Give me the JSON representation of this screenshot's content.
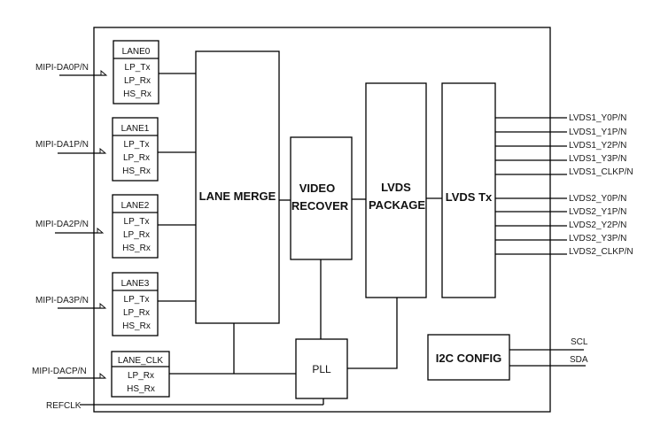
{
  "diagram": {
    "inputs": {
      "mipi_lanes": [
        "MIPI-DA0P/N",
        "MIPI-DA1P/N",
        "MIPI-DA2P/N",
        "MIPI-DA3P/N"
      ],
      "mipi_clock": "MIPI-DACP/N",
      "refclk": "REFCLK"
    },
    "lanes": [
      {
        "title": "LANE0",
        "items": [
          "LP_Tx",
          "LP_Rx",
          "HS_Rx"
        ]
      },
      {
        "title": "LANE1",
        "items": [
          "LP_Tx",
          "LP_Rx",
          "HS_Rx"
        ]
      },
      {
        "title": "LANE2",
        "items": [
          "LP_Tx",
          "LP_Rx",
          "HS_Rx"
        ]
      },
      {
        "title": "LANE3",
        "items": [
          "LP_Tx",
          "LP_Rx",
          "HS_Rx"
        ]
      }
    ],
    "lane_clk": {
      "title": "LANE_CLK",
      "items": [
        "LP_Rx",
        "HS_Rx"
      ]
    },
    "blocks": {
      "lane_merge": "LANE MERGE",
      "video_recover": [
        "VIDEO",
        "RECOVER"
      ],
      "lvds_package": [
        "LVDS",
        "PACKAGE"
      ],
      "lvds_tx": "LVDS Tx",
      "pll": "PLL",
      "i2c_config": "I2C CONFIG"
    },
    "outputs": {
      "lvds1": [
        "LVDS1_Y0P/N",
        "LVDS1_Y1P/N",
        "LVDS1_Y2P/N",
        "LVDS1_Y3P/N",
        "LVDS1_CLKP/N"
      ],
      "lvds2": [
        "LVDS2_Y0P/N",
        "LVDS2_Y1P/N",
        "LVDS2_Y2P/N",
        "LVDS2_Y3P/N",
        "LVDS2_CLKP/N"
      ],
      "i2c": [
        "SCL",
        "SDA"
      ]
    }
  }
}
